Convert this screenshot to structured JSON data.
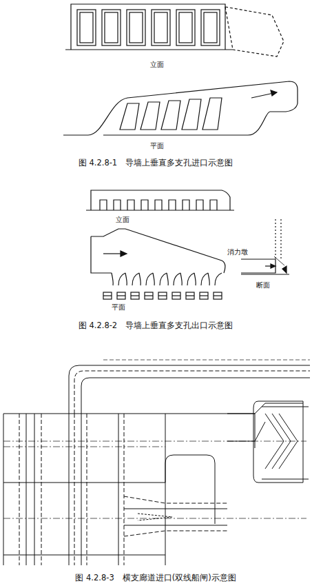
{
  "diagram": {
    "labels": [
      "立面",
      "平面",
      "图 4.2.8-1　导墙上垂直多支孔进口示意图",
      "立面",
      "消力墩",
      "平面",
      "断面",
      "图 4.2.8-2　导墙上垂直多支孔出口示意图",
      "图 4.2.8-3　横支廊道进口(双线船闸)示意图"
    ]
  }
}
